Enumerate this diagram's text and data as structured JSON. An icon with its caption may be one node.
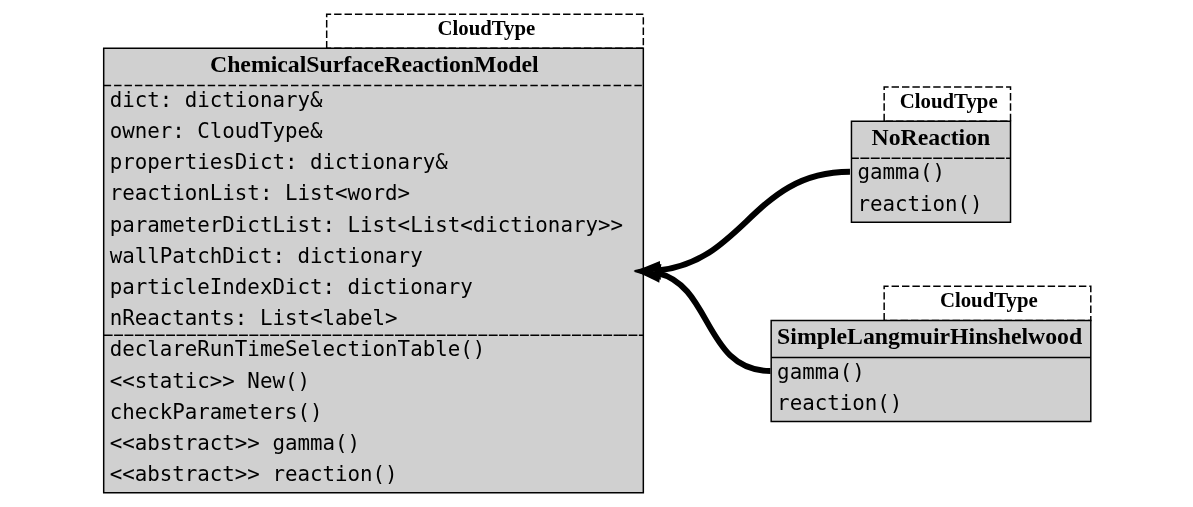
{
  "diagram": {
    "nodes": [
      {
        "text": [
          "ChemicalSurfaceReactionModel",
          "dict: dictionary&",
          "owner: CloudType&",
          "propertiesDict: dictionary&",
          "reactionList: List<word>",
          "parameterDictList: List<List<dictionary>>",
          "wallPatchDict: dictionary",
          "particleIndexDict: dictionary",
          "nReactants: List<label>",
          "declareRunTimeSelectionTable()",
          "<<static>> New()",
          "checkParameters()",
          "<<abstract>> gamma()",
          "<<abstract>> reaction()"
        ],
        "beside": [
          "CloudType"
        ]
      },
      {
        "text": [
          "NoReaction",
          "gamma()",
          "reaction()"
        ],
        "beside": [
          "CloudType"
        ]
      },
      {
        "text": [
          "SimpleLangmuirHinshelwood",
          "gamma()",
          "reaction()"
        ],
        "beside": [
          "CloudType"
        ]
      }
    ],
    "edges": [
      {
        "from": 1,
        "to": 0,
        "arrow": "to"
      },
      {
        "from": 2,
        "to": 0,
        "arrow": "to"
      }
    ]
  }
}
